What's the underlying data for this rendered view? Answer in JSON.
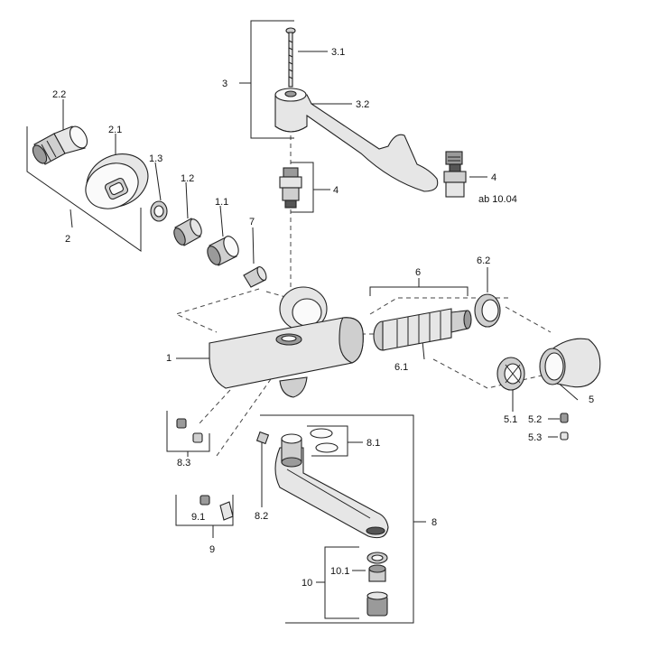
{
  "labels": {
    "l_1": "1",
    "l_1_1": "1.1",
    "l_1_2": "1.2",
    "l_1_3": "1.3",
    "l_2": "2",
    "l_2_1": "2.1",
    "l_2_2": "2.2",
    "l_3": "3",
    "l_3_1": "3.1",
    "l_3_2": "3.2",
    "l_4a": "4",
    "l_4b": "4",
    "l_ab": "ab 10.04",
    "l_5": "5",
    "l_5_1": "5.1",
    "l_5_2": "5.2",
    "l_5_3": "5.3",
    "l_6": "6",
    "l_6_1": "6.1",
    "l_6_2": "6.2",
    "l_7": "7",
    "l_8": "8",
    "l_8_1": "8.1",
    "l_8_2": "8.2",
    "l_8_3": "8.3",
    "l_9": "9",
    "l_9_1": "9.1",
    "l_10": "10",
    "l_10_1": "10.1"
  }
}
